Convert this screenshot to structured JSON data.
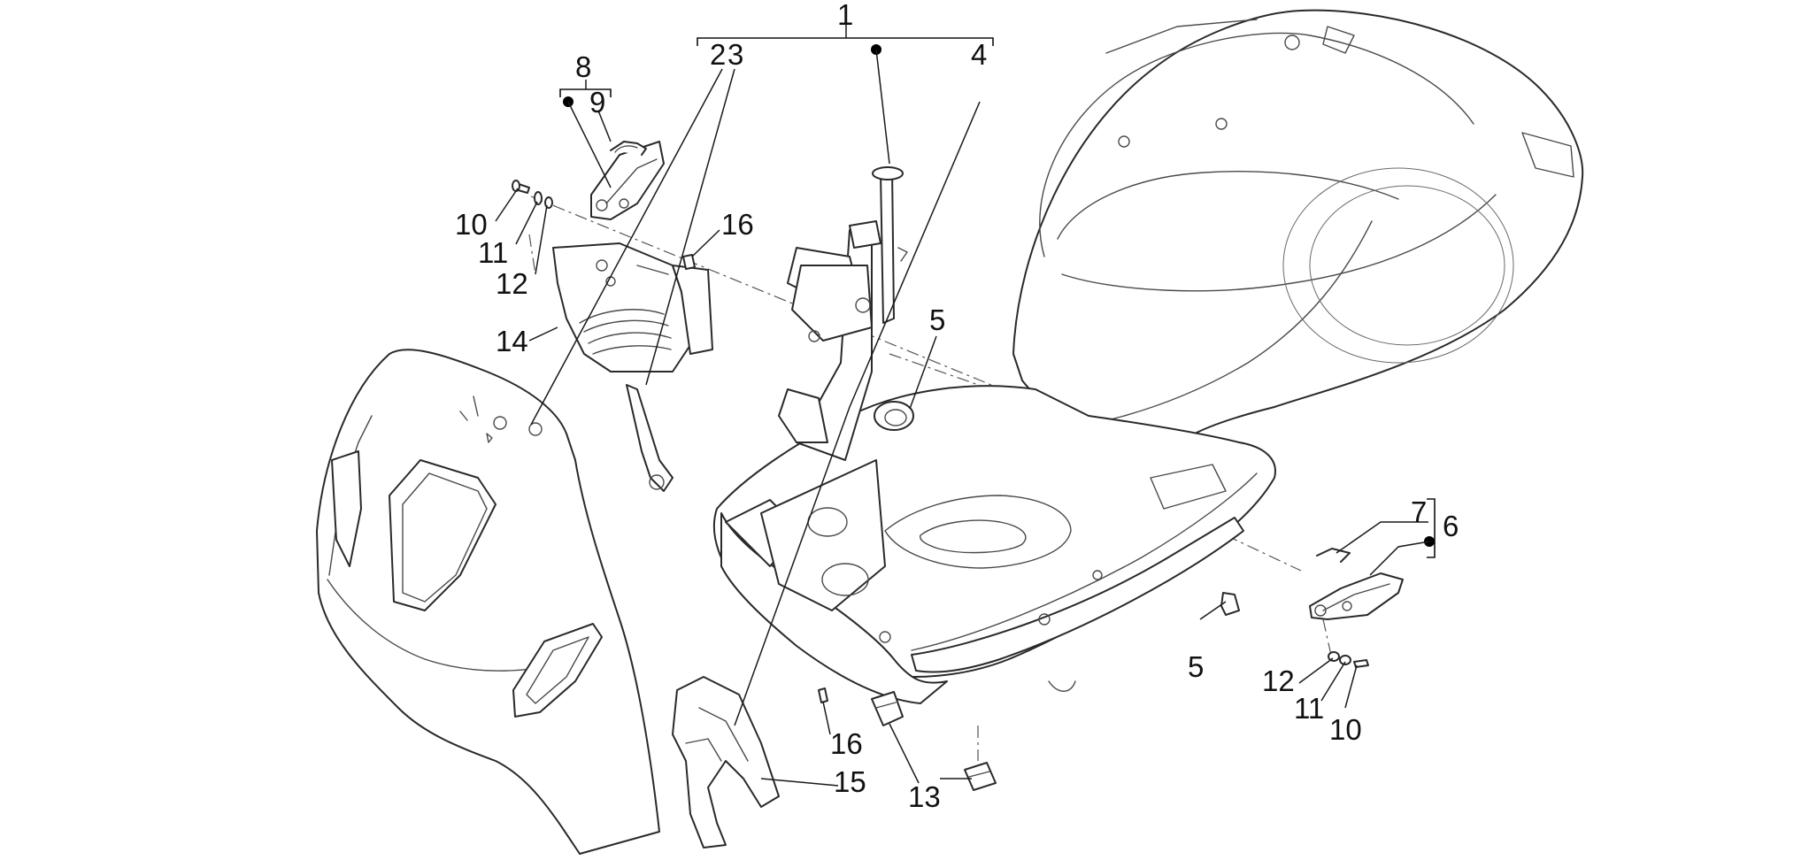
{
  "diagram": {
    "callouts": [
      {
        "id": "c1",
        "text": "1"
      },
      {
        "id": "c2",
        "text": "2"
      },
      {
        "id": "c3",
        "text": "3"
      },
      {
        "id": "c4",
        "text": "4"
      },
      {
        "id": "c5a",
        "text": "5"
      },
      {
        "id": "c5b",
        "text": "5"
      },
      {
        "id": "c6",
        "text": "6"
      },
      {
        "id": "c7",
        "text": "7"
      },
      {
        "id": "c8",
        "text": "8"
      },
      {
        "id": "c9",
        "text": "9"
      },
      {
        "id": "c10a",
        "text": "10"
      },
      {
        "id": "c11a",
        "text": "11"
      },
      {
        "id": "c12a",
        "text": "12"
      },
      {
        "id": "c10b",
        "text": "10"
      },
      {
        "id": "c11b",
        "text": "11"
      },
      {
        "id": "c12b",
        "text": "12"
      },
      {
        "id": "c13",
        "text": "13"
      },
      {
        "id": "c14",
        "text": "14"
      },
      {
        "id": "c15",
        "text": "15"
      },
      {
        "id": "c16a",
        "text": "16"
      },
      {
        "id": "c16b",
        "text": "16"
      }
    ]
  }
}
